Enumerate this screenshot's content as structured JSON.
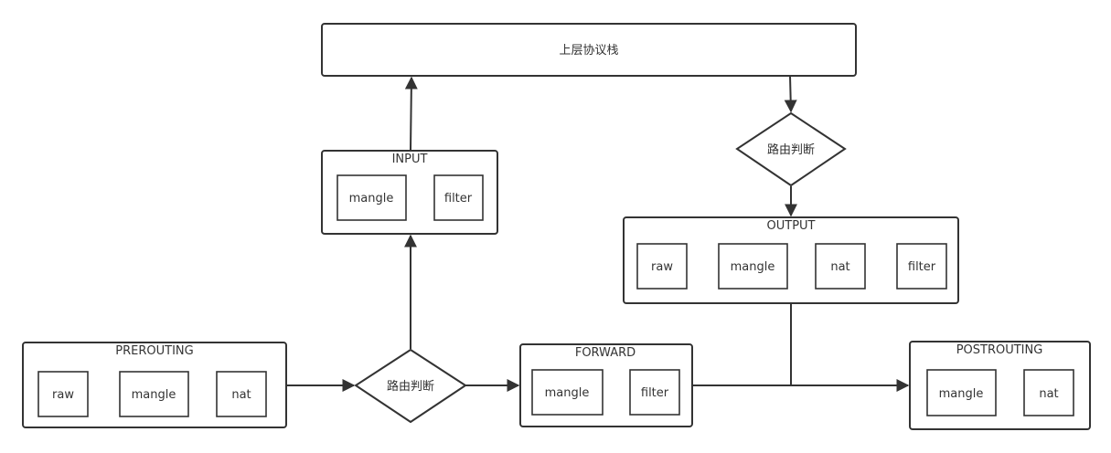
{
  "upper_stack": {
    "label": "上层协议栈"
  },
  "route_decision_left": {
    "label": "路由判断"
  },
  "route_decision_right": {
    "label": "路由判断"
  },
  "chains": {
    "prerouting": {
      "title": "PREROUTING",
      "tables": [
        "raw",
        "mangle",
        "nat"
      ]
    },
    "input": {
      "title": "INPUT",
      "tables": [
        "mangle",
        "filter"
      ]
    },
    "forward": {
      "title": "FORWARD",
      "tables": [
        "mangle",
        "filter"
      ]
    },
    "output": {
      "title": "OUTPUT",
      "tables": [
        "raw",
        "mangle",
        "nat",
        "filter"
      ]
    },
    "postrouting": {
      "title": "POSTROUTING",
      "tables": [
        "mangle",
        "nat"
      ]
    }
  },
  "colors": {
    "stroke": "#333333",
    "fill": "#ffffff",
    "text": "#333333"
  }
}
